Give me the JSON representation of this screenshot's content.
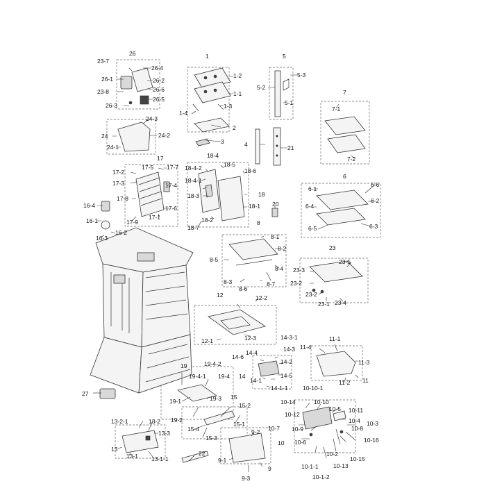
{
  "labels": {
    "l1": "1",
    "l1_2": "1-2",
    "l1_1": "1-1",
    "l1_3": "1-3",
    "l1_4": "1-4",
    "l2": "2",
    "l3": "3",
    "l4": "4",
    "l5": "5",
    "l5_3": "5-3",
    "l5_2": "5-2",
    "l5_1": "5-1",
    "l21": "21",
    "l6": "6",
    "l6_1": "6-1",
    "l6_6": "6-6",
    "l6_2": "6-2",
    "l6_4": "6-4",
    "l6_5": "6-5",
    "l6_3": "6-3",
    "l7": "7",
    "l7_1": "7-1",
    "l7_2": "7-2",
    "l8": "8",
    "l8_1": "8-1",
    "l8_2": "8-2",
    "l8_5": "8-5",
    "l8_4": "8-4",
    "l8_3": "8-3",
    "l8_6": "8-6",
    "l8_7": "8-7",
    "l9": "9",
    "l9_1": "9-1",
    "l9_2": "9-2",
    "l9_3": "9-3",
    "l10": "10",
    "l10_1_1": "10-1-1",
    "l10_1_2": "10-1-2",
    "l10_2": "10-2",
    "l10_3": "10-3",
    "l10_4": "10-4",
    "l10_5": "10-5",
    "l10_6": "10-6",
    "l10_7": "10-7",
    "l10_8": "10-8",
    "l10_9": "10-9",
    "l10_10": "10-10",
    "l10_10_1": "10-10-1",
    "l10_11": "10-11",
    "l10_12": "10-12",
    "l10_13": "10-13",
    "l10_14": "10-14",
    "l10_15": "10-15",
    "l10_16": "10-16",
    "l11": "11",
    "l11_1": "11-1",
    "l11_2": "11-2",
    "l11_3": "11-3",
    "l11_4": "11-4",
    "l12": "12",
    "l12_1": "12-1",
    "l12_2": "12-2",
    "l12_3": "12-3",
    "l13": "13",
    "l13_1": "13-1",
    "l13_1_1": "13-1-1",
    "l13_2": "13-2",
    "l13_2_1": "13-2-1",
    "l13_3": "13-3",
    "l14": "14",
    "l14_1": "14-1",
    "l14_1_1": "14-1-1",
    "l14_2": "14-2",
    "l14_3": "14-3",
    "l14_3_1": "14-3-1",
    "l14_4": "14-4",
    "l14_5": "14-5",
    "l14_6": "14-6",
    "l15": "15",
    "l15_1": "15-1",
    "l15_2": "15-2",
    "l15_3": "15-3",
    "l15_4": "15-4",
    "l16_1": "16-1",
    "l16_2": "16-2",
    "l16_3": "16-3",
    "l16_4": "16-4",
    "l17": "17",
    "l17_1": "17-1",
    "l17_2": "17-2",
    "l17_3": "17-3",
    "l17_4": "17-4",
    "l17_5": "17-5",
    "l17_6": "17-6",
    "l17_7": "17-7",
    "l17_8": "17-8",
    "l17_9": "17-9",
    "l18": "18",
    "l18_1": "18-1",
    "l18_2": "18-2",
    "l18_3": "18-3",
    "l18_4": "18-4",
    "l18_4_1": "18-4-1",
    "l18_4_2": "18-4-2",
    "l18_5": "18-5",
    "l18_6": "18-6",
    "l18_7": "18-7",
    "l19": "19",
    "l19_1": "19-1",
    "l19_2": "19-2",
    "l19_3": "19-3",
    "l19_4": "19-4",
    "l19_4_1": "19-4-1",
    "l19_4_2": "19-4-2",
    "l20": "20",
    "l22": "22",
    "l23": "23",
    "l23_1": "23-1",
    "l23_2a": "23-2",
    "l23_2b": "23-2",
    "l23_3": "23-3",
    "l23_4": "23-4",
    "l23_5": "23-5",
    "l24": "24",
    "l24_1": "24-1",
    "l24_2": "24-2",
    "l24_3": "24-3",
    "l26": "26",
    "l26_1": "26-1",
    "l26_2": "26-2",
    "l26_3": "26-3",
    "l26_4": "26-4",
    "l26_5": "26-5",
    "l26_6": "26-6",
    "l23_7": "23-7",
    "l23_8": "23-8",
    "l27": "27"
  }
}
